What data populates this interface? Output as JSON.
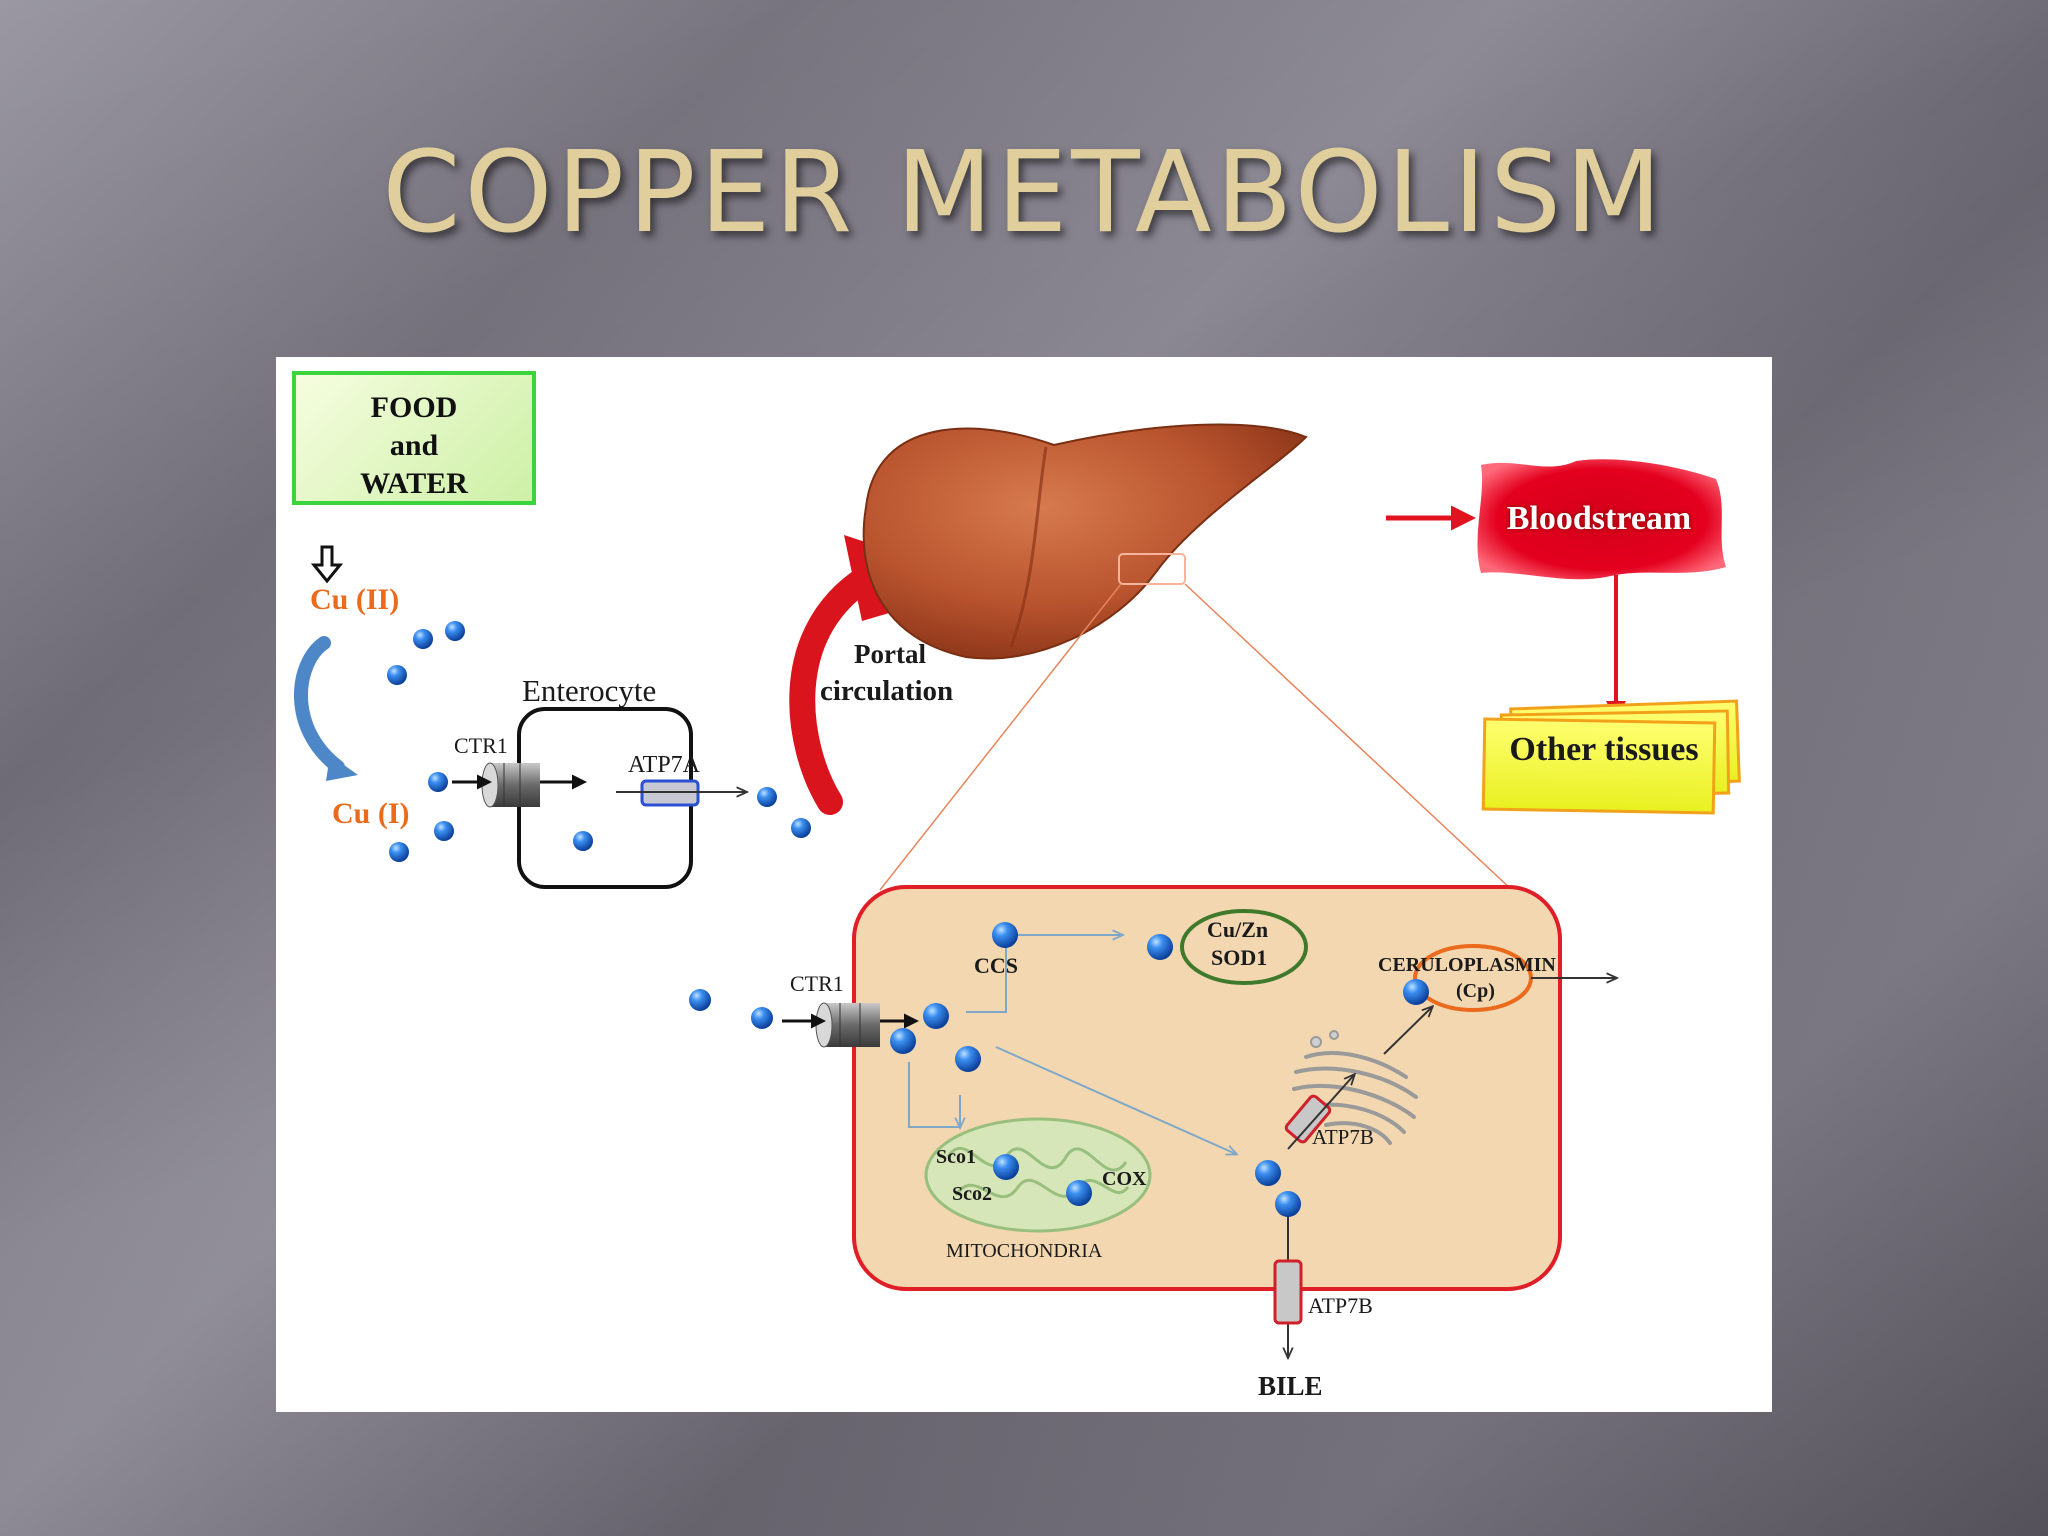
{
  "slide": {
    "title": "COPPER METABOLISM"
  },
  "diagram": {
    "food_box": {
      "line1": "FOOD",
      "line2": "and",
      "line3": "WATER"
    },
    "cu_ii": "Cu (II)",
    "cu_i": "Cu (I)",
    "enterocyte": "Enterocyte",
    "ctr1_enterocyte": "CTR1",
    "atp7a": "ATP7A",
    "portal_line1": "Portal",
    "portal_line2": "circulation",
    "bloodstream": "Bloodstream",
    "other_tissues": "Other tissues",
    "ctr1_hepatocyte": "CTR1",
    "ccs": "CCS",
    "sod_line1": "Cu/Zn",
    "sod_line2": "SOD1",
    "ceruloplasmin": "CERULOPLASMIN",
    "cp": "(Cp)",
    "atp7b_golgi": "ATP7B",
    "sco1": "Sco1",
    "sco2": "Sco2",
    "cox": "COX",
    "mitochondria": "MITOCHONDRIA",
    "atp7b_bile": "ATP7B",
    "bile": "BILE"
  },
  "colors": {
    "title": "#e0cf9c",
    "copper_ion": "#1f6fd6",
    "arrow_red": "#e0141e",
    "hepatocyte_border": "#e01e28",
    "hepatocyte_fill": "#f3d7b0",
    "cu_label": "#ec6a1c",
    "food_border": "#3cd43c"
  }
}
